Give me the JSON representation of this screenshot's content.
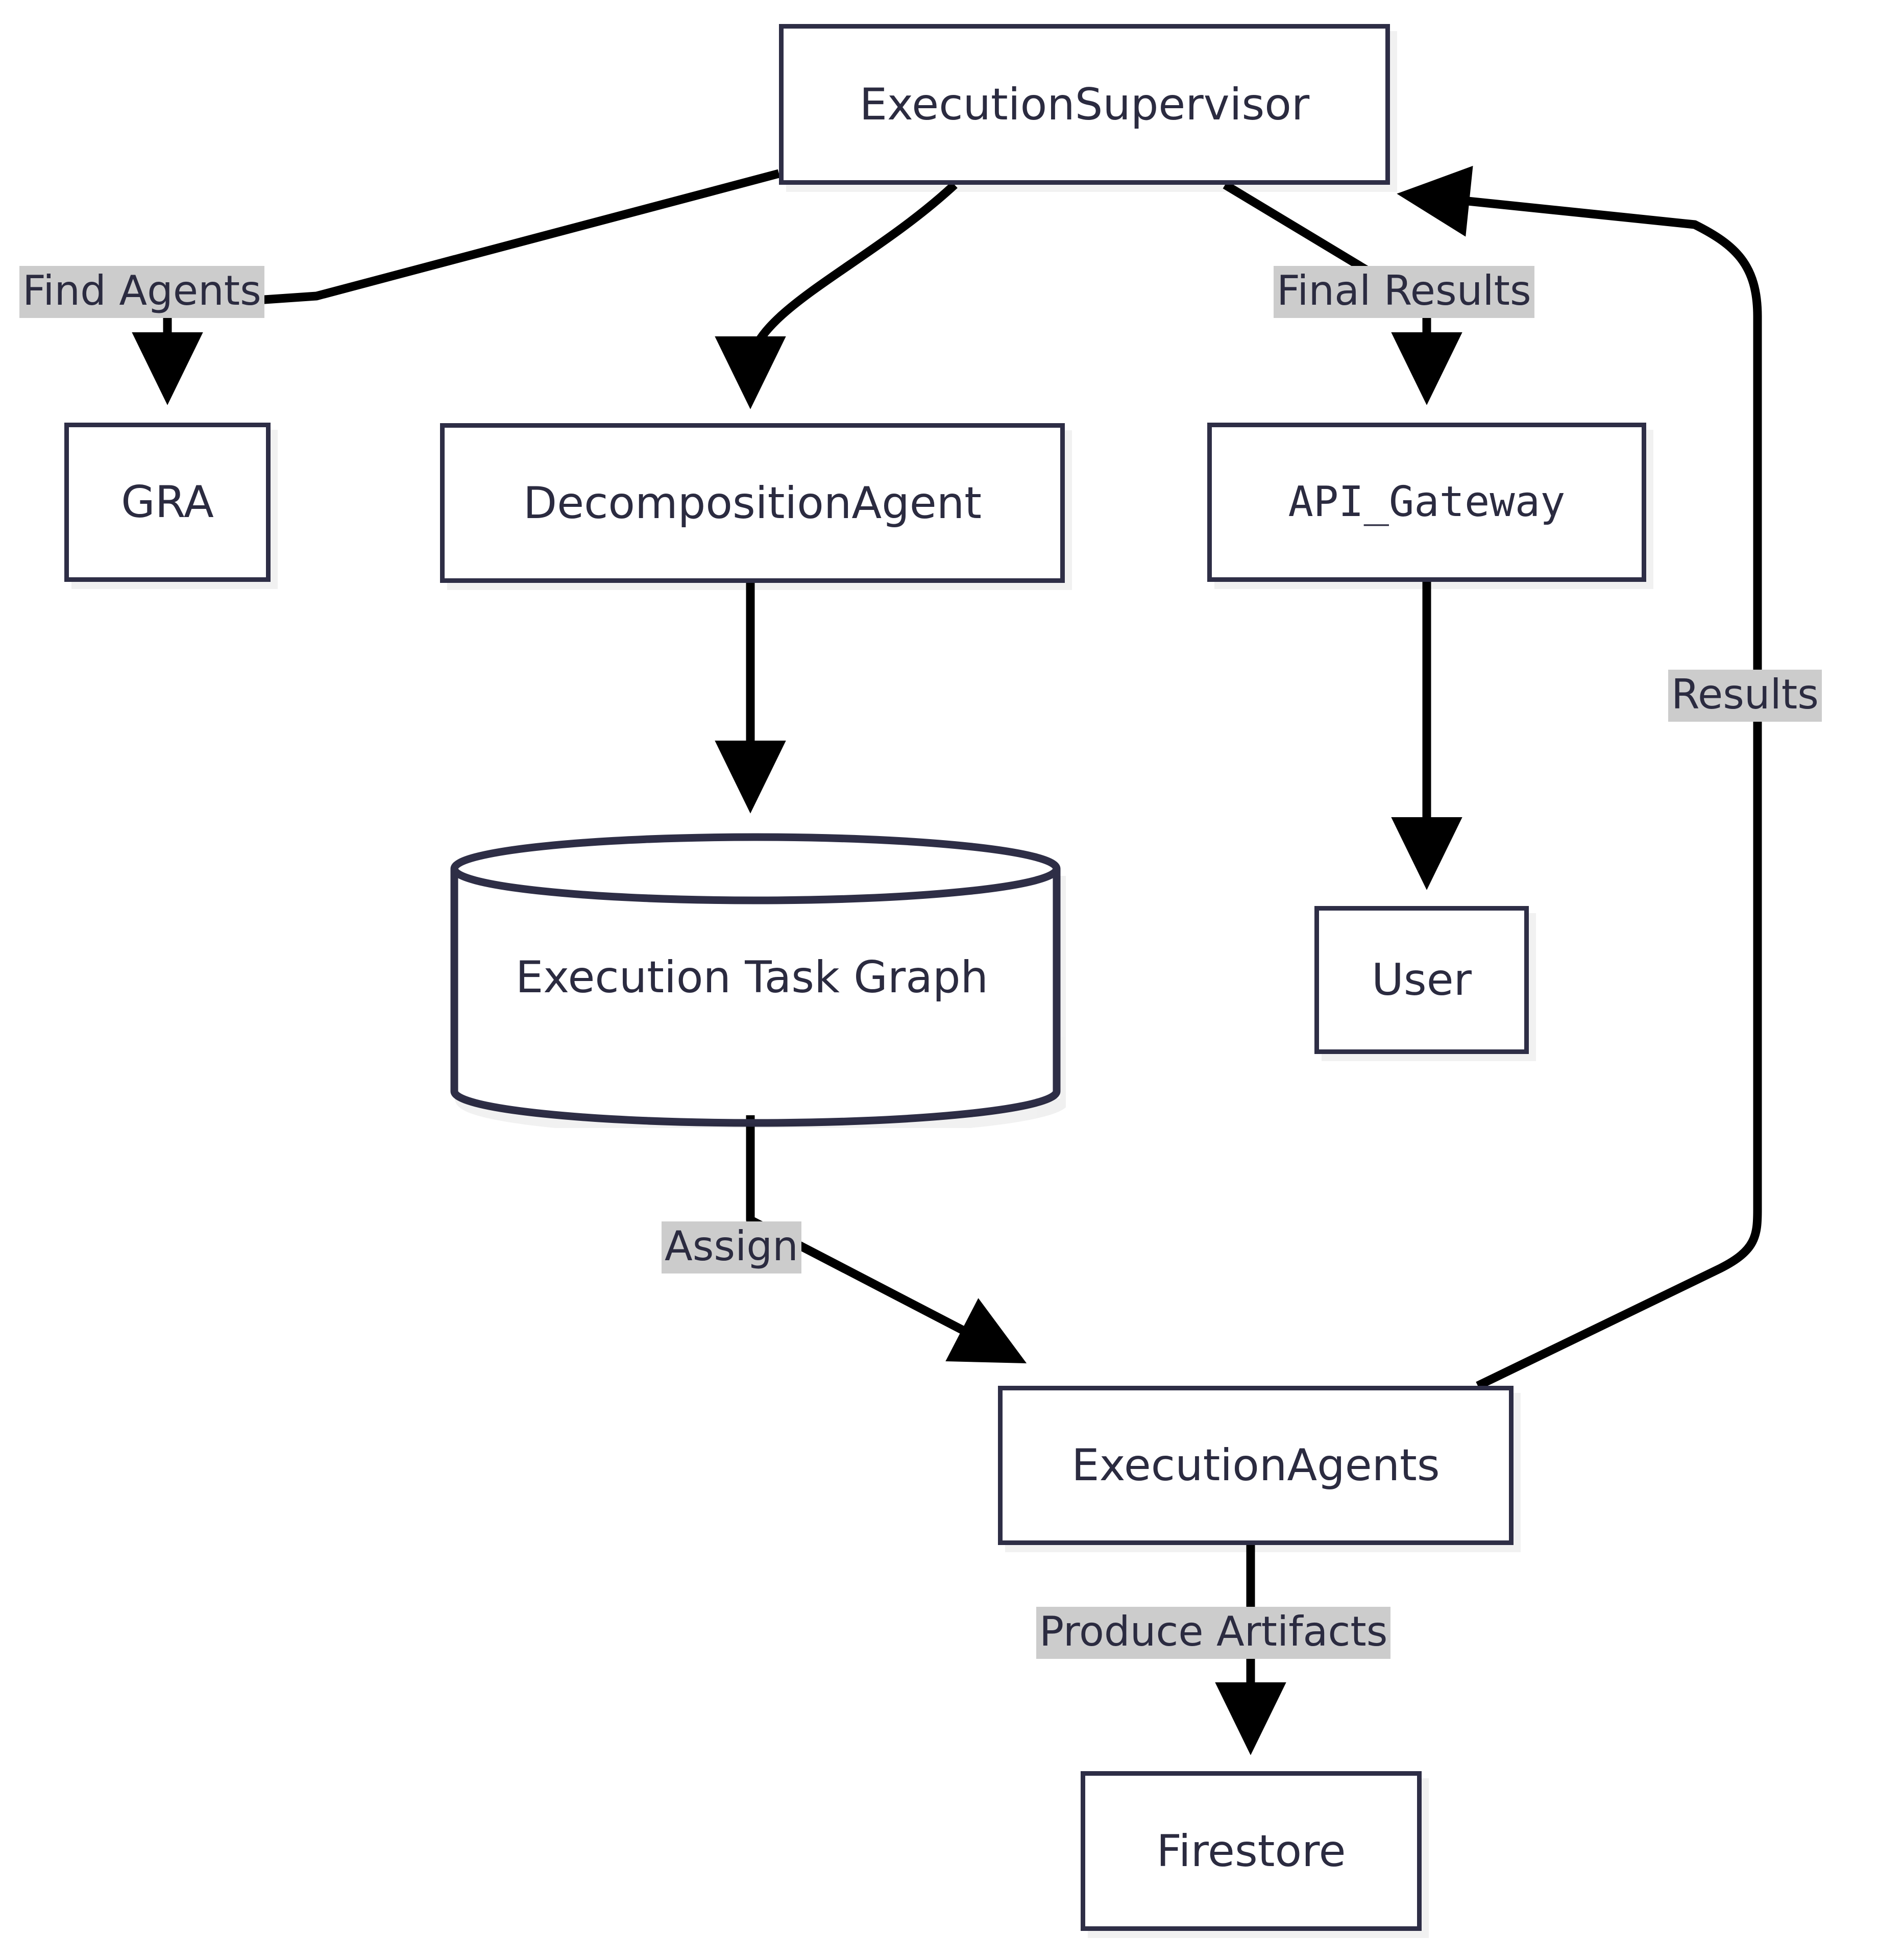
{
  "diagram": {
    "type": "flowchart",
    "direction": "top-down",
    "title": "",
    "colors": {
      "node_border": "#2e2e46",
      "node_fill": "#ffffff",
      "node_text": "#2b2b40",
      "edge_stroke": "#000000",
      "edge_label_bg": "#cccccc",
      "shadow": "#ededed",
      "page_bg": "#ffffff"
    },
    "nodes": [
      {
        "id": "supervisor",
        "label": "ExecutionSupervisor",
        "shape": "rect",
        "font": "sans"
      },
      {
        "id": "gra",
        "label": "GRA",
        "shape": "rect",
        "font": "sans"
      },
      {
        "id": "decomp",
        "label": "DecompositionAgent",
        "shape": "rect",
        "font": "sans"
      },
      {
        "id": "gateway",
        "label": "API_Gateway",
        "shape": "rect",
        "font": "mono"
      },
      {
        "id": "taskgraph",
        "label": "Execution Task Graph",
        "shape": "cylinder",
        "font": "sans"
      },
      {
        "id": "user",
        "label": "User",
        "shape": "rect",
        "font": "sans"
      },
      {
        "id": "execagents",
        "label": "ExecutionAgents",
        "shape": "rect",
        "font": "sans"
      },
      {
        "id": "firestore",
        "label": "Firestore",
        "shape": "rect",
        "font": "sans"
      }
    ],
    "edges": [
      {
        "from": "supervisor",
        "to": "gra",
        "label": "Find Agents",
        "arrow": true
      },
      {
        "from": "supervisor",
        "to": "decomp",
        "label": "",
        "arrow": true
      },
      {
        "from": "supervisor",
        "to": "gateway",
        "label": "Final Results",
        "arrow": true
      },
      {
        "from": "decomp",
        "to": "taskgraph",
        "label": "",
        "arrow": true
      },
      {
        "from": "gateway",
        "to": "user",
        "label": "",
        "arrow": true
      },
      {
        "from": "taskgraph",
        "to": "execagents",
        "label": "Assign",
        "arrow": true
      },
      {
        "from": "execagents",
        "to": "supervisor",
        "label": "Results",
        "arrow": true
      },
      {
        "from": "execagents",
        "to": "firestore",
        "label": "Produce Artifacts",
        "arrow": true
      }
    ],
    "edge_labels": {
      "find_agents": "Find Agents",
      "final_results": "Final Results",
      "results": "Results",
      "assign": "Assign",
      "produce_artifacts": "Produce Artifacts"
    }
  }
}
